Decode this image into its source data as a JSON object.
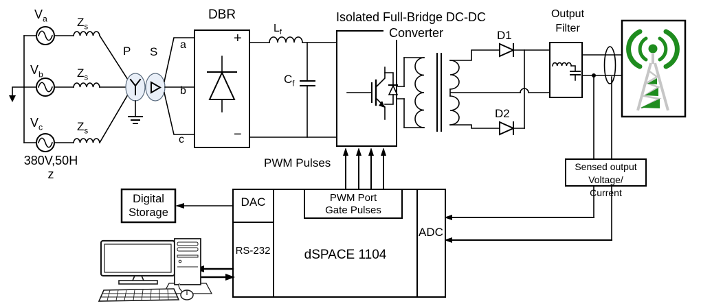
{
  "source": {
    "phases": [
      {
        "main": "V",
        "sub": "a"
      },
      {
        "main": "V",
        "sub": "b"
      },
      {
        "main": "V",
        "sub": "c"
      }
    ],
    "impedances": [
      {
        "main": "Z",
        "sub": "s"
      },
      {
        "main": "Z",
        "sub": "s"
      },
      {
        "main": "Z",
        "sub": "s"
      }
    ],
    "rating_line1": "380V,50H",
    "rating_line2": "z",
    "primary": "P",
    "secondary": "S"
  },
  "dbr": {
    "title": "DBR",
    "terminal_a": "a",
    "terminal_b": "b",
    "terminal_c": "c",
    "plus": "+",
    "minus": "−"
  },
  "dc_link": {
    "inductor": {
      "main": "L",
      "sub": "f"
    },
    "capacitor": {
      "main": "C",
      "sub": "f"
    }
  },
  "converter": {
    "title_line1": "Isolated Full-Bridge DC-DC",
    "title_line2": "Converter"
  },
  "output_stage": {
    "d1": "D1",
    "d2": "D2",
    "filter_line1": "Output",
    "filter_line2": "Filter"
  },
  "sensing": {
    "line1": "Sensed output",
    "line2": "Voltage/",
    "line3": "Current"
  },
  "controller": {
    "name": "dSPACE 1104",
    "dac": "DAC",
    "rs232": "RS-232",
    "adc": "ADC",
    "pwm_port_line1": "PWM Port",
    "pwm_port_line2": "Gate Pulses",
    "pwm_pulses": "PWM Pulses"
  },
  "storage": {
    "line1": "Digital",
    "line2": "Storage"
  },
  "colors": {
    "line": "#000000",
    "transformer_fill": "#e9eff8",
    "tower_green": "#1e8c1e",
    "tower_gray": "#c6c6c6"
  }
}
